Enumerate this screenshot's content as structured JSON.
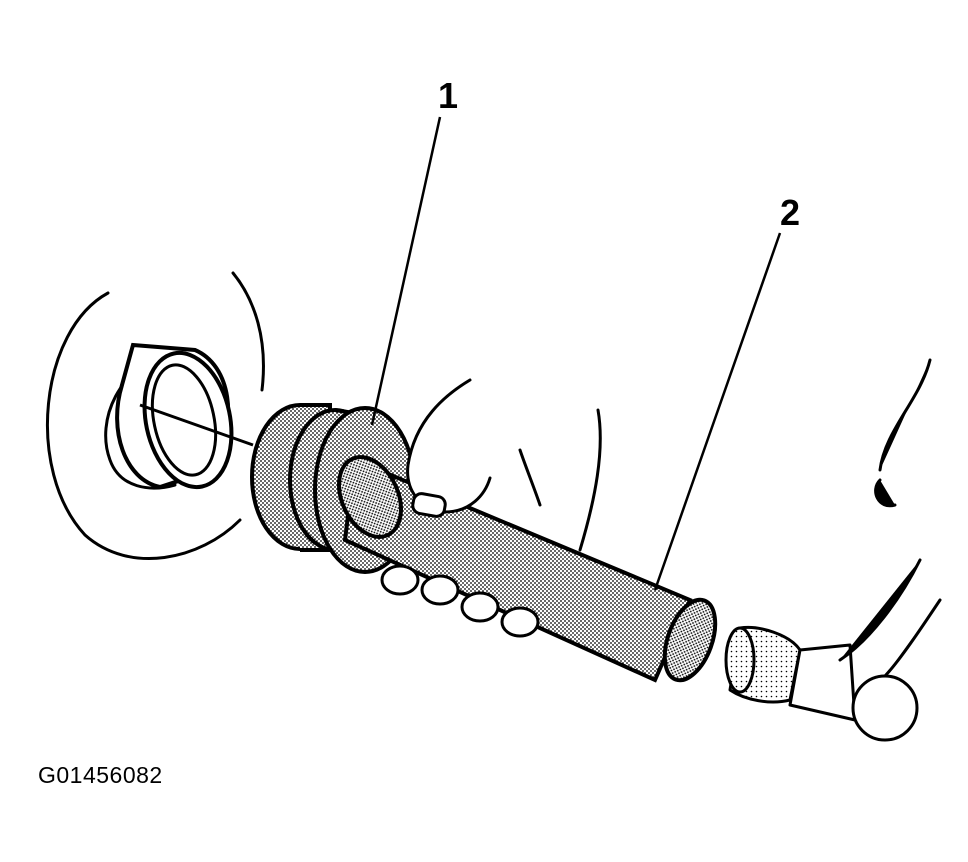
{
  "callouts": [
    {
      "label": "1"
    },
    {
      "label": "2"
    }
  ],
  "figure_id": "G01456082"
}
